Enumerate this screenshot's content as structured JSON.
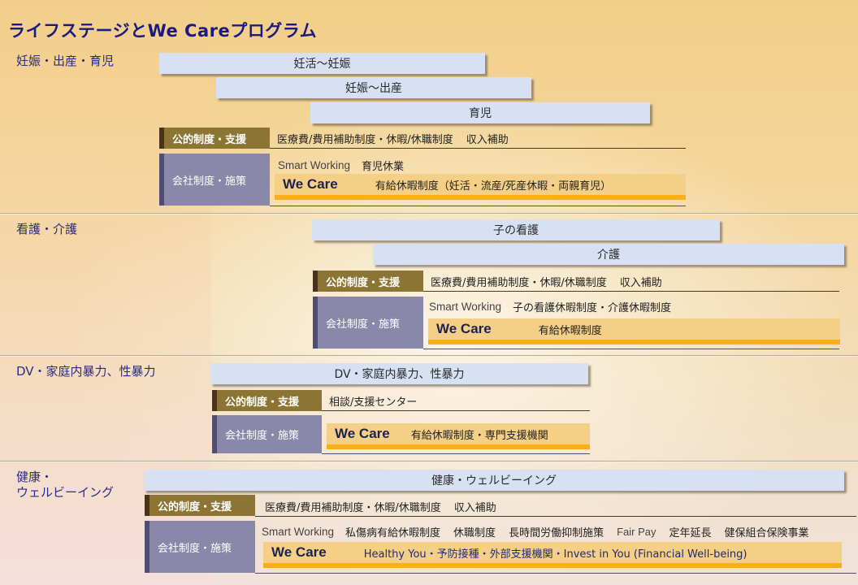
{
  "title": "ライフステージとWe Careプログラム",
  "colors": {
    "title": "#1a1a80",
    "section_label": "#2b2b85",
    "stage_bar": "#d8e1f3",
    "public_tag": "#8c7434",
    "company_tag": "#8a88a8",
    "wecare_fill": "#f5cf86",
    "wecare_underline": "#f9ae1a"
  },
  "tag_labels": {
    "public": "公的制度・支援",
    "company": "会社制度・施策",
    "wecare": "We Care",
    "smart_working": "Smart Working"
  },
  "sections": [
    {
      "label": "妊娠・出産・育児",
      "stages": [
        "妊活〜妊娠",
        "妊娠〜出産",
        "育児"
      ],
      "public": [
        "医療費/費用補助制度・休暇/休職制度",
        "収入補助"
      ],
      "company": [
        "育児休業"
      ],
      "wecare": "有給休暇制度（妊活・流産/死産休暇・両親育児）"
    },
    {
      "label": "看護・介護",
      "stages": [
        "子の看護",
        "介護"
      ],
      "public": [
        "医療費/費用補助制度・休暇/休職制度",
        "収入補助"
      ],
      "company": [
        "子の看護休暇制度・介護休暇制度"
      ],
      "wecare": "有給休暇制度"
    },
    {
      "label": "DV・家庭内暴力、性暴力",
      "stages": [
        "DV・家庭内暴力、性暴力"
      ],
      "public": [
        "相談/支援センター"
      ],
      "company": [],
      "wecare": "有給休暇制度・専門支援機関"
    },
    {
      "label_line1": "健康・",
      "label_line2": "ウェルビーイング",
      "stages": [
        "健康・ウェルビーイング"
      ],
      "public": [
        "医療費/費用補助制度・休暇/休職制度",
        "収入補助"
      ],
      "company": [
        "私傷病有給休暇制度",
        "休職制度",
        "長時間労働抑制施策",
        "Fair Pay",
        "定年延長",
        "健保組合保険事業"
      ],
      "wecare": "Healthy You・予防接種・外部支援機関・Invest  in You (Financial Well-being)"
    }
  ]
}
